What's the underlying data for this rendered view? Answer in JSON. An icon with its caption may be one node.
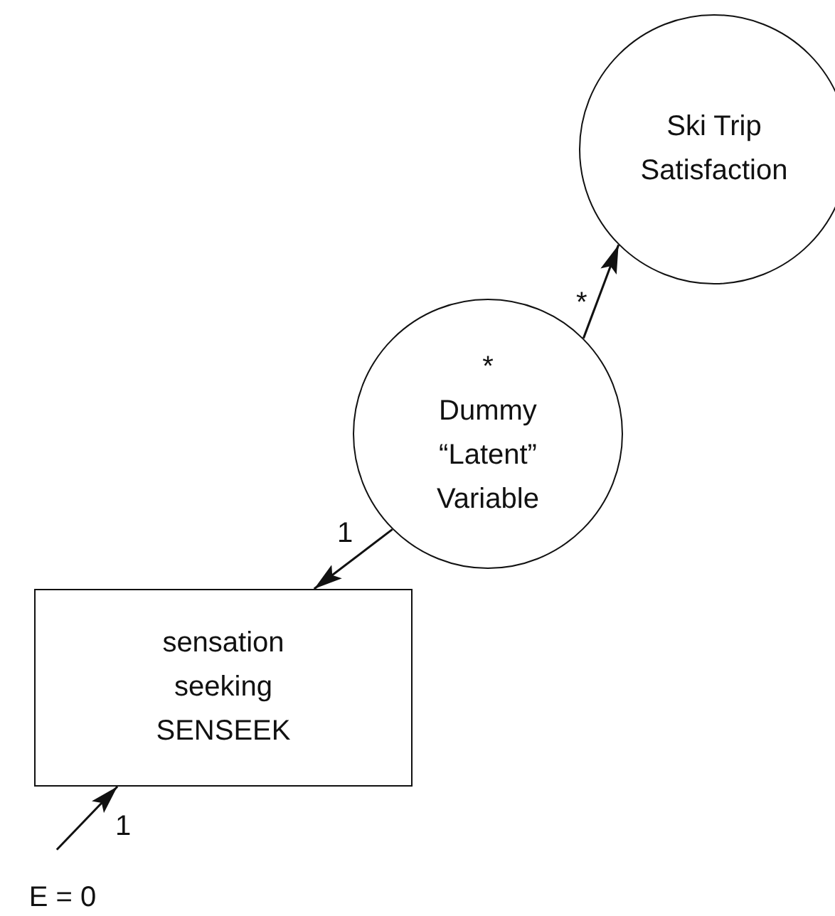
{
  "diagram": {
    "nodes": [
      {
        "text": [
          "Ski Trip Satisfaction"
        ]
      },
      {
        "text": [
          "*",
          "Dummy “Latent” Variable"
        ]
      },
      {
        "text": [
          "sensation seeking SENSEEK"
        ]
      },
      {
        "text": [
          "E = 0"
        ]
      }
    ],
    "edges": [
      {
        "from": 1,
        "to": 2,
        "arrow": "to",
        "label": "1"
      },
      {
        "from": 1,
        "to": 0,
        "arrow": "to",
        "label": "*"
      },
      {
        "from": 3,
        "to": 2,
        "arrow": "to",
        "label": "1"
      }
    ]
  }
}
